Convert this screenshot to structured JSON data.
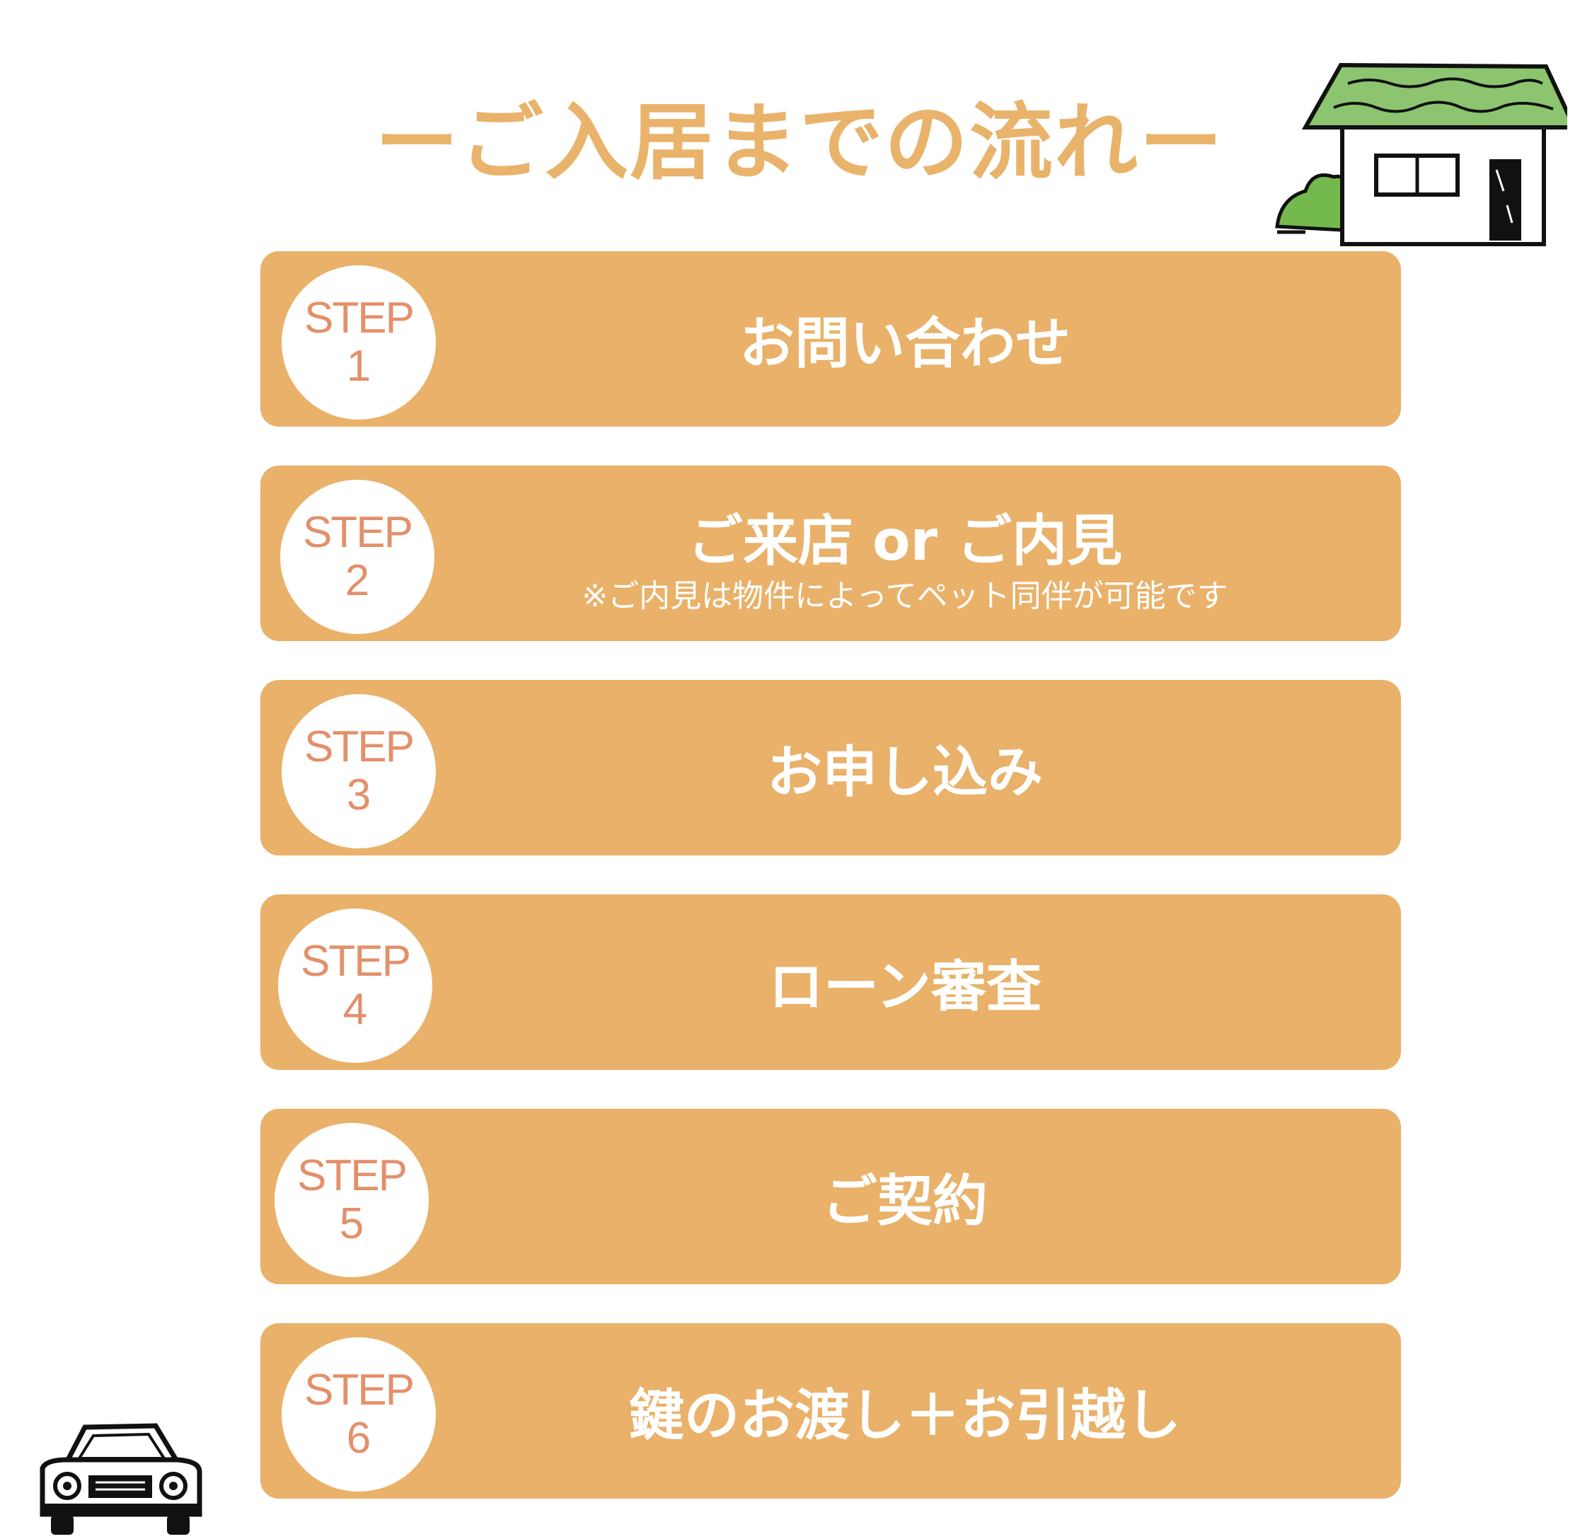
{
  "title": "ーご入居までの流れー",
  "step_prefix": "STEP",
  "colors": {
    "title": "#e9b36b",
    "box": "#e9b169",
    "circle_text": "#e3906a",
    "house_roof": "#8cc46f",
    "bush": "#73b94d"
  },
  "icons": [
    "house-icon",
    "car-icon"
  ],
  "steps": [
    {
      "number": "1",
      "label": "お問い合わせ"
    },
    {
      "number": "2",
      "label": "ご来店 or ご内見",
      "note": "※ご内見は物件によってペット同伴が可能です"
    },
    {
      "number": "3",
      "label": "お申し込み"
    },
    {
      "number": "4",
      "label": "ローン審査"
    },
    {
      "number": "5",
      "label": "ご契約"
    },
    {
      "number": "6",
      "label": "鍵のお渡し＋お引越し"
    }
  ]
}
